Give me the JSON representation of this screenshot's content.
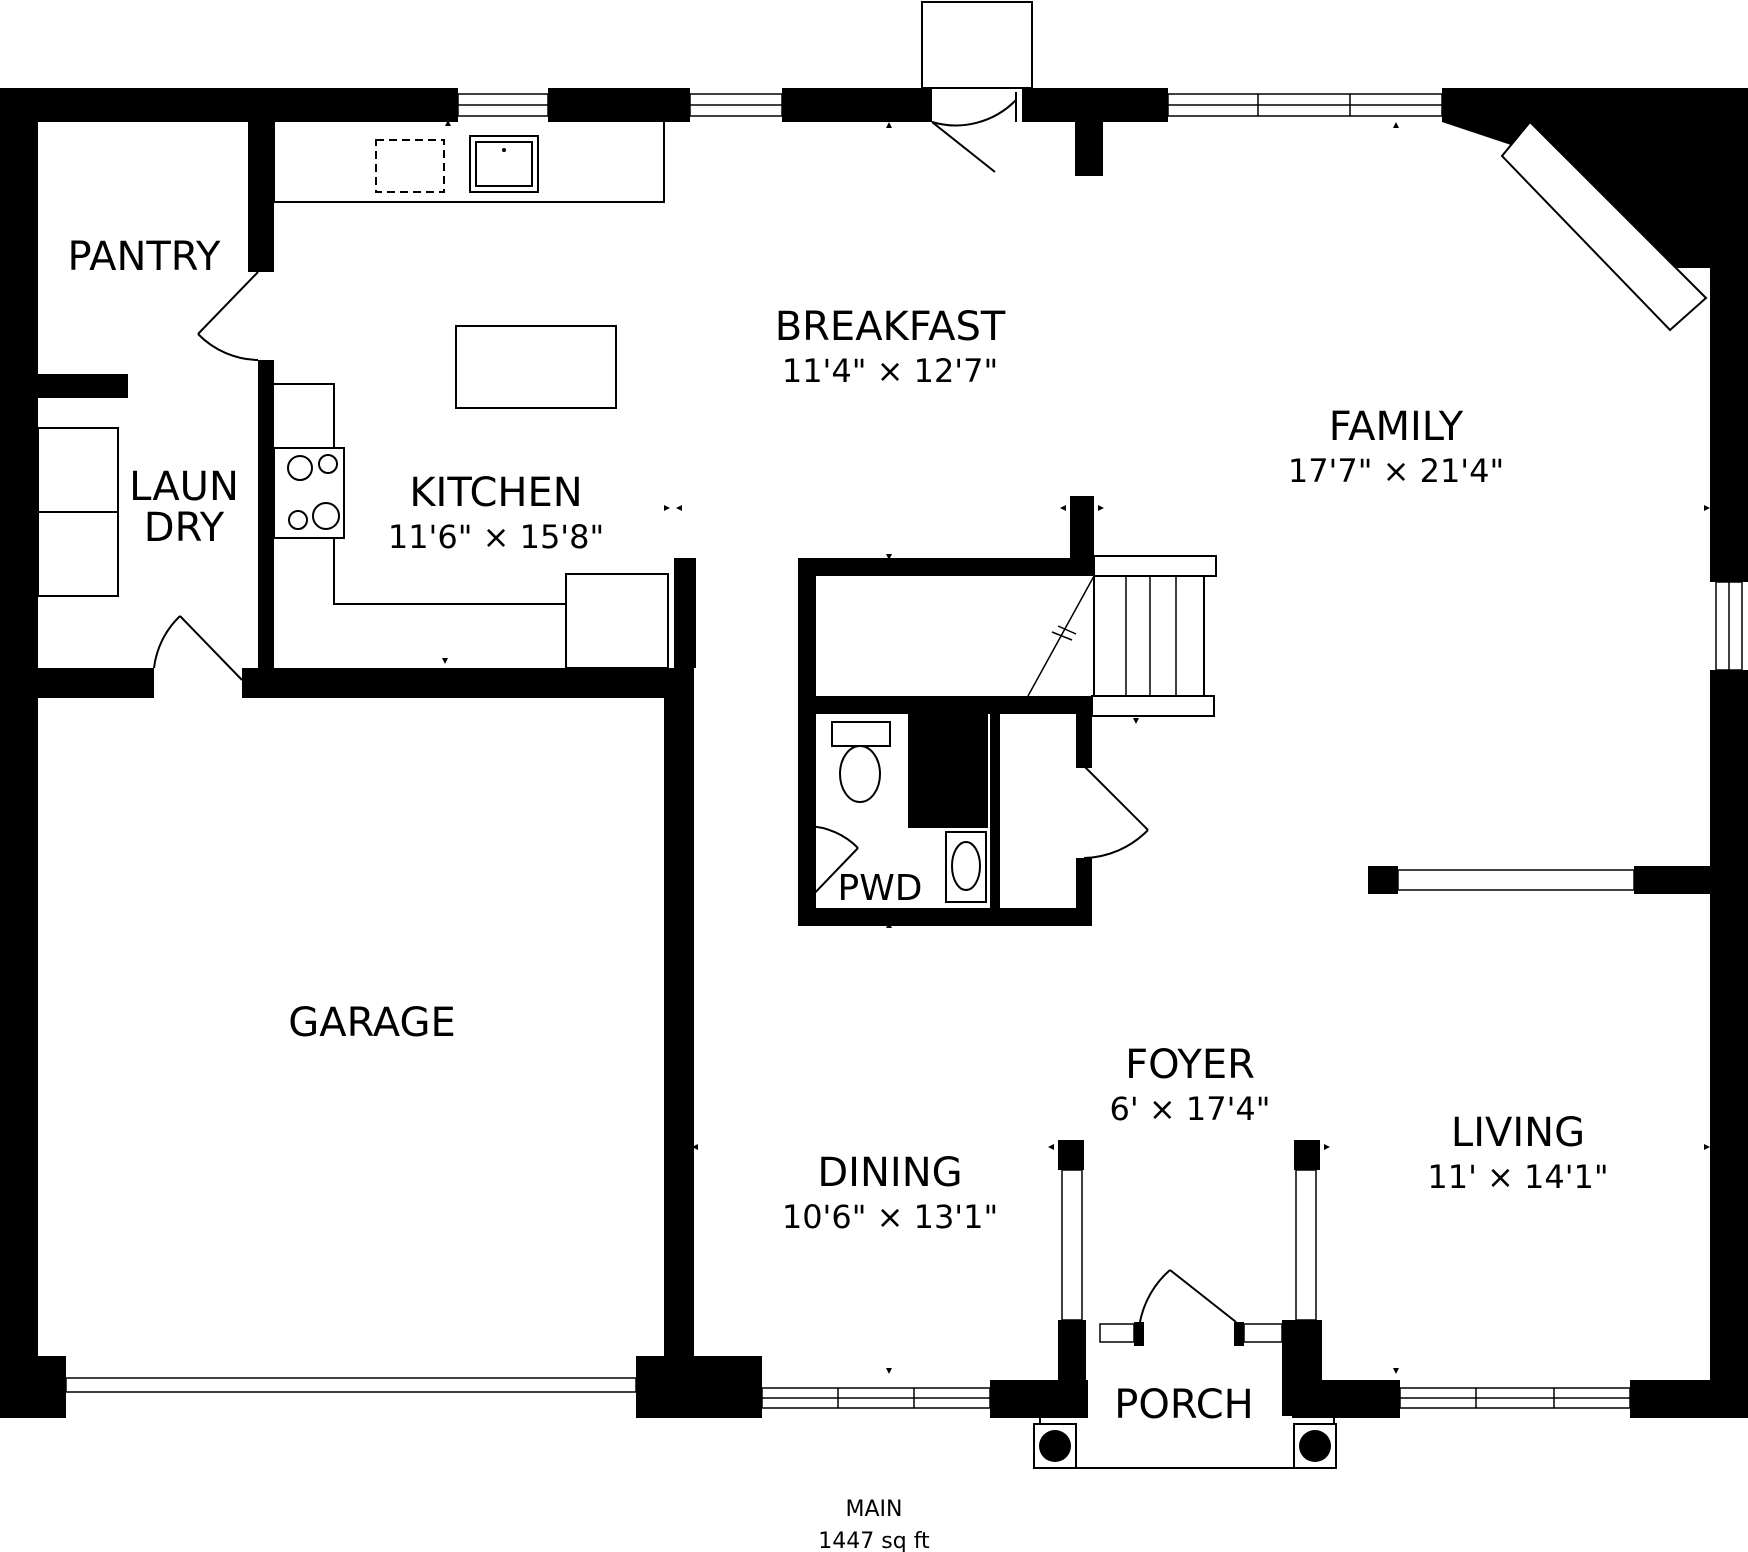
{
  "rooms": {
    "pantry": {
      "name": "PANTRY"
    },
    "laundry": {
      "name_line1": "LAUN",
      "name_line2": "DRY"
    },
    "kitchen": {
      "name": "KITCHEN",
      "dims": "11'6\" × 15'8\""
    },
    "breakfast": {
      "name": "BREAKFAST",
      "dims": "11'4\" × 12'7\""
    },
    "family": {
      "name": "FAMILY",
      "dims": "17'7\" × 21'4\""
    },
    "pwd": {
      "name": "PWD"
    },
    "garage": {
      "name": "GARAGE"
    },
    "foyer": {
      "name": "FOYER",
      "dims": "6' × 17'4\""
    },
    "dining": {
      "name": "DINING",
      "dims": "10'6\" × 13'1\""
    },
    "living": {
      "name": "LIVING",
      "dims": "11' × 14'1\""
    },
    "porch": {
      "name": "PORCH"
    }
  },
  "footer": {
    "floor": "MAIN",
    "area": "1447 sq ft"
  },
  "colors": {
    "wall": "#000000",
    "background": "#ffffff"
  }
}
